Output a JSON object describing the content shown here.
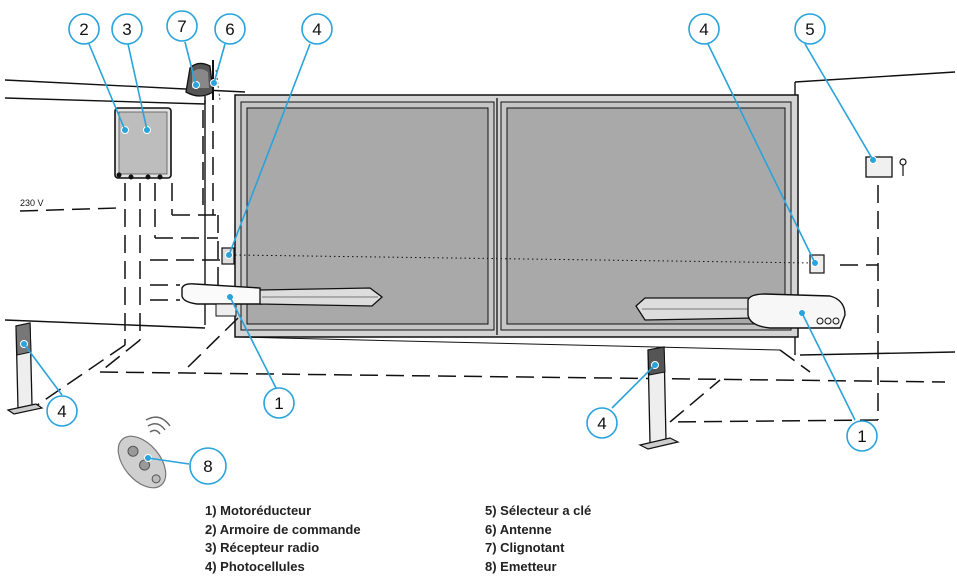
{
  "voltage_label": "230 V",
  "callouts": [
    {
      "id": "2",
      "number": "2"
    },
    {
      "id": "3",
      "number": "3"
    },
    {
      "id": "7",
      "number": "7"
    },
    {
      "id": "6",
      "number": "6"
    },
    {
      "id": "4-top-left",
      "number": "4"
    },
    {
      "id": "4-top-right",
      "number": "4"
    },
    {
      "id": "5",
      "number": "5"
    },
    {
      "id": "1-left",
      "number": "1"
    },
    {
      "id": "1-right",
      "number": "1"
    },
    {
      "id": "4-left-post",
      "number": "4"
    },
    {
      "id": "4-center-post",
      "number": "4"
    },
    {
      "id": "8",
      "number": "8"
    }
  ],
  "legend": {
    "left": [
      "1) Motoréducteur",
      "2) Armoire de commande",
      "3) Récepteur radio",
      "4) Photocellules"
    ],
    "right": [
      "5) Sélecteur a clé",
      "6) Antenne",
      "7) Clignotant",
      "8) Emetteur"
    ]
  },
  "colors": {
    "line": "#111111",
    "callout_stroke": "#29a3dc",
    "gate_panel": "#a9a9a9",
    "gate_frame": "#d4d4d4",
    "accent_blue": "#29a3dc"
  }
}
